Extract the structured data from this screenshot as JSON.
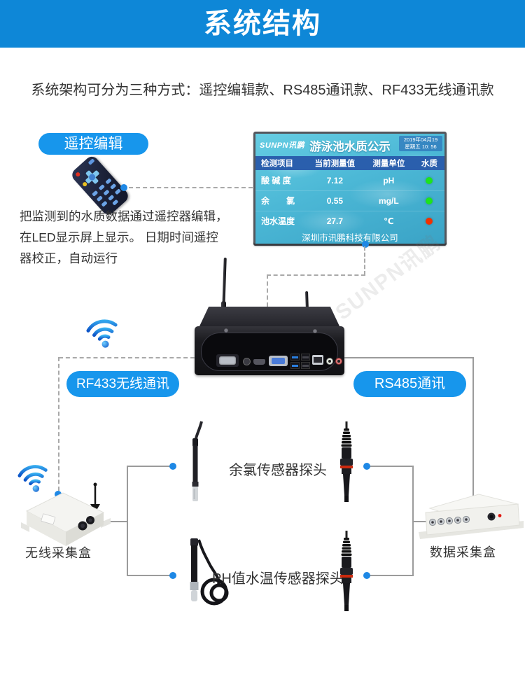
{
  "header": {
    "title": "系统结构"
  },
  "intro": "系统架构可分为三种方式：遥控编辑款、RS485通讯款、RF433无线通讯款",
  "remote": {
    "pill": "遥控编辑",
    "desc1": "把监测到的水质数据通过遥控器编辑，",
    "desc2": "在LED显示屏上显示。 日期时间遥控",
    "desc3": "器校正，自动运行"
  },
  "display": {
    "logo": "SUNPN讯鹏",
    "title": "游泳池水质公示",
    "date1": "2019年04月19",
    "date2": "星期五 10: 56",
    "col1": "检测项目",
    "col2": "当前测量值",
    "col3": "测量单位",
    "col4": "水质",
    "rows": [
      {
        "item": "酸 碱 度",
        "value": "7.12",
        "unit": "pH",
        "status": "#1de31d"
      },
      {
        "item": "余　　氯",
        "value": "0.55",
        "unit": "mg/L",
        "status": "#1de31d"
      },
      {
        "item": "池水温度",
        "value": "27.7",
        "unit": "℃",
        "status": "#f03000"
      }
    ],
    "footer": "深圳市讯鹏科技有限公司"
  },
  "watermark": "SUNPN讯鹏",
  "connections": {
    "rf433": "RF433无线通讯",
    "rs485": "RS485通讯"
  },
  "sensors": {
    "chlorine": "余氯传感器探头",
    "ph": "PH值水温传感器探头"
  },
  "boxes": {
    "wireless": "无线采集盒",
    "data": "数据采集盒"
  },
  "colors": {
    "banner_blue": "#0e87d7",
    "pill_blue": "#1796ec",
    "node_dot_blue": "#1e88e5",
    "screen_header_blue": "#2a5fad",
    "status_green": "#1de31d",
    "status_red": "#f03000"
  }
}
